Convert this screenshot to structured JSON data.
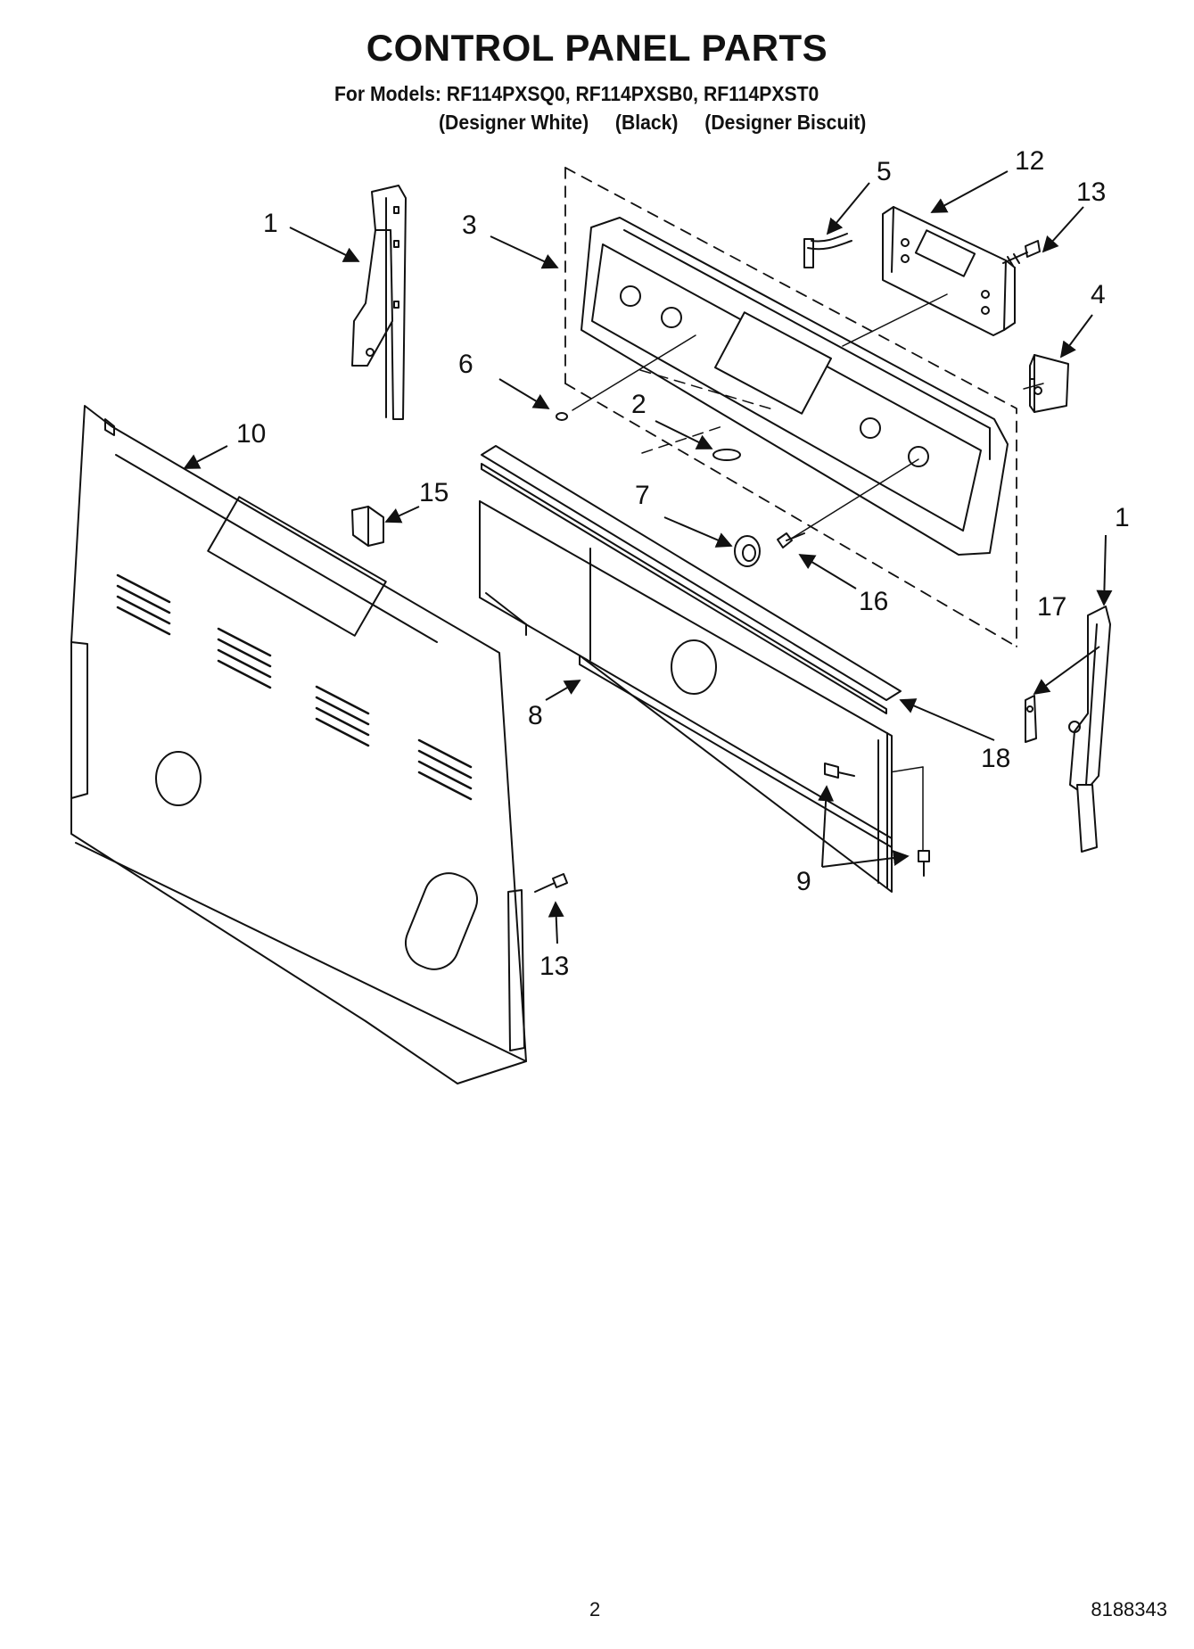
{
  "header": {
    "title": "CONTROL PANEL PARTS",
    "models_line": "For Models: RF114PXSQ0, RF114PXSB0, RF114PXST0",
    "variants": [
      "(Designer White)",
      "(Black)",
      "(Designer Biscuit)"
    ]
  },
  "callouts": {
    "c1a": "1",
    "c1b": "1",
    "c2": "2",
    "c3": "3",
    "c4": "4",
    "c5": "5",
    "c6": "6",
    "c7": "7",
    "c8": "8",
    "c9": "9",
    "c10": "10",
    "c12": "12",
    "c13a": "13",
    "c13b": "13",
    "c15": "15",
    "c16": "16",
    "c17": "17",
    "c18": "18"
  },
  "footer": {
    "page_number": "2",
    "document_number": "8188343"
  }
}
